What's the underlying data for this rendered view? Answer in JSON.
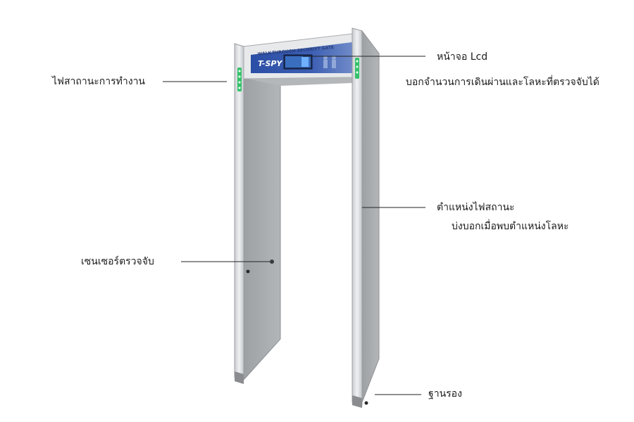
{
  "gate": {
    "header_text": "WALK-THROUGH SECURIYT GATE",
    "brand_logo": "T-SPY"
  },
  "callouts": {
    "status_light": "ไฟสาถานะการทำงาน",
    "lcd_screen": "หน้าจอ Lcd",
    "lcd_desc": "บอกจำนวนการเดินผ่านและโลหะที่ตรวจจับได้",
    "position_light": "ตำแหน่งไฟสถานะ",
    "position_light_desc": "บ่งบอกเมื่อพบตำแหน่งโลหะ",
    "sensor": "เซนเซอร์ตรวจจับ",
    "base": "ฐานรอง"
  },
  "colors": {
    "panel_blue": "#2a4a9a",
    "led_green": "#35c06a",
    "pillar_gray": "#a9abae"
  }
}
